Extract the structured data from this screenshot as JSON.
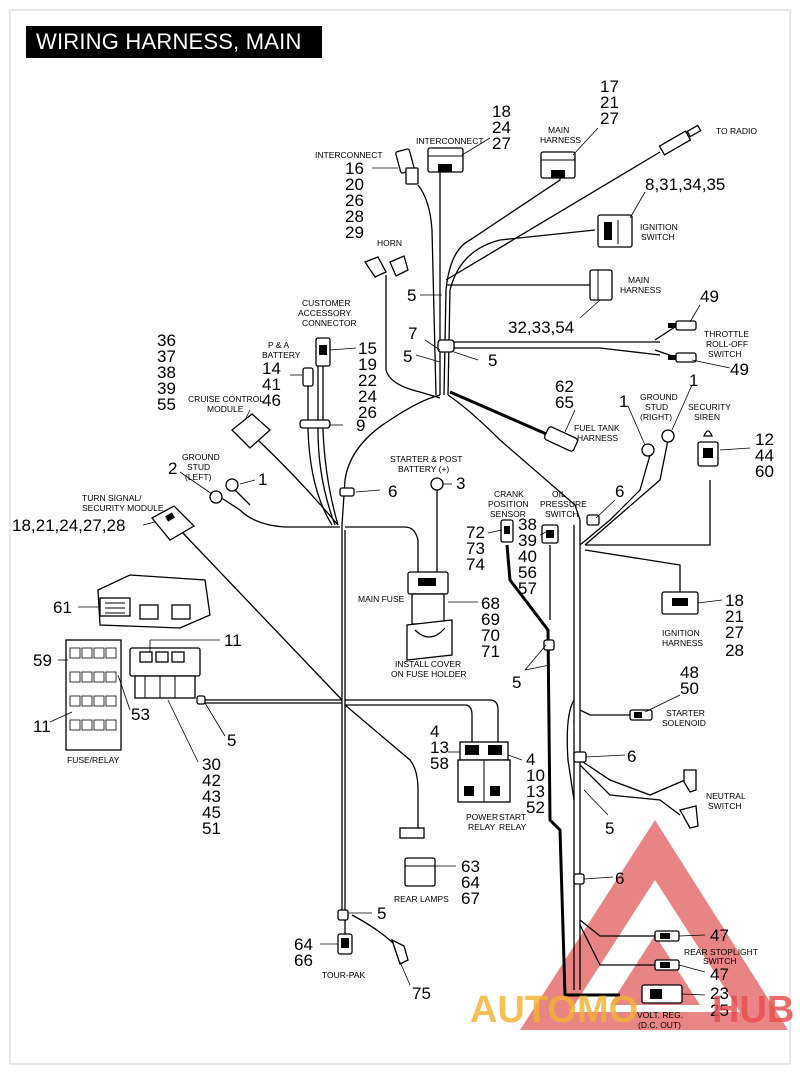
{
  "title": "WIRING HARNESS, MAIN",
  "callouts": {
    "c_17_21_27": [
      "17",
      "21",
      "27"
    ],
    "c_18_24_27_top": [
      "18",
      "24",
      "27"
    ],
    "c_16_29": [
      "16",
      "20",
      "26",
      "28",
      "29"
    ],
    "c_8_31_34_35": "8,31,34,35",
    "c_5_a": "5",
    "c_32_33_54": "32,33,54",
    "c_49_a": "49",
    "c_49_b": "49",
    "c_7": "7",
    "c_5_b": "5",
    "c_5_c": "5",
    "c_15_26": [
      "15",
      "19",
      "22",
      "24",
      "26"
    ],
    "c_14_41_46": [
      "14",
      "41",
      "46"
    ],
    "c_36_55": [
      "36",
      "37",
      "38",
      "39",
      "55"
    ],
    "c_9": "9",
    "c_62_65": [
      "62",
      "65"
    ],
    "c_1_a": "1",
    "c_1_b": "1",
    "c_12_44_60": [
      "12",
      "44",
      "60"
    ],
    "c_1_c": "1",
    "c_2": "2",
    "c_6_a": "6",
    "c_3": "3",
    "c_6_b": "6",
    "c_turn_signal": "18,21,24,27,28",
    "c_72_74": [
      "72",
      "73",
      "74"
    ],
    "c_38_57": [
      "38",
      "39",
      "40",
      "56",
      "57"
    ],
    "c_68_71": [
      "68",
      "69",
      "70",
      "71"
    ],
    "c_61": "61",
    "c_11_a": "11",
    "c_59": "59",
    "c_11_b": "11",
    "c_53": "53",
    "c_5_d": "5",
    "c_30_51": [
      "30",
      "42",
      "43",
      "45",
      "51"
    ],
    "c_18_28_ign": [
      "18",
      "21",
      "27",
      "28"
    ],
    "c_5_e": "5",
    "c_48_50": [
      "48",
      "50"
    ],
    "c_4_58": [
      "4",
      "13",
      "58"
    ],
    "c_4_52": [
      "4",
      "10",
      "13",
      "52"
    ],
    "c_6_c": "6",
    "c_5_f": "5",
    "c_6_d": "6",
    "c_63_67": [
      "63",
      "64",
      "67"
    ],
    "c_5_g": "5",
    "c_64_66": [
      "64",
      "66"
    ],
    "c_75": "75",
    "c_47_a": "47",
    "c_47_b": "47",
    "c_23_25": [
      "23",
      "25"
    ]
  },
  "labels": {
    "to_radio": "TO RADIO",
    "main_harness_top": [
      "MAIN",
      "HARNESS"
    ],
    "interconnect_a": "INTERCONNECT",
    "interconnect_b": "INTERCONNECT",
    "ignition_switch": [
      "IGNITION",
      "SWITCH"
    ],
    "horn": "HORN",
    "main_harness_mid": [
      "MAIN",
      "HARNESS"
    ],
    "customer_acc": [
      "CUSTOMER",
      "ACCESSORY",
      "CONNECTOR"
    ],
    "pa_battery": [
      "P & A",
      "BATTERY"
    ],
    "throttle": [
      "THROTTLE",
      "ROLL-OFF",
      "SWITCH"
    ],
    "cruise": [
      "CRUISE CONTROL",
      "MODULE"
    ],
    "fuel_tank": [
      "FUEL TANK",
      "HARNESS"
    ],
    "ground_right": [
      "GROUND",
      "STUD",
      "(RIGHT)"
    ],
    "security_siren": [
      "SECURITY",
      "SIREN"
    ],
    "ground_left": [
      "GROUND",
      "STUD",
      "(LEFT)"
    ],
    "starter_post": [
      "STARTER & POST",
      "BATTERY (+)"
    ],
    "turn_signal": [
      "TURN SIGNAL/",
      "SECURITY MODULE"
    ],
    "crank": [
      "CRANK",
      "POSITION",
      "SENSOR"
    ],
    "oil_press": [
      "OIL",
      "PRESSURE",
      "SWITCH"
    ],
    "main_fuse": "MAIN FUSE",
    "ignition_harness": [
      "IGNITION",
      "HARNESS"
    ],
    "install_cover": [
      "INSTALL COVER",
      "ON FUSE HOLDER"
    ],
    "fuse_relay": "FUSE/RELAY",
    "starter_solenoid": [
      "STARTER",
      "SOLENOID"
    ],
    "power_relay": [
      "POWER",
      "RELAY"
    ],
    "start_relay": [
      "START",
      "RELAY"
    ],
    "neutral_switch": [
      "NEUTRAL",
      "SWITCH"
    ],
    "rear_lamps": "REAR LAMPS",
    "tour_pak": "TOUR-PAK",
    "rear_stoplight": [
      "REAR STOPLIGHT",
      "SWITCH"
    ],
    "volt_reg": [
      "VOLT. REG.",
      "(D.C. OUT)"
    ]
  },
  "watermark": {
    "text_left": "AUTOMO",
    "text_right": "HUB",
    "color": "#e84c4c",
    "color_text": "#f2b233"
  }
}
